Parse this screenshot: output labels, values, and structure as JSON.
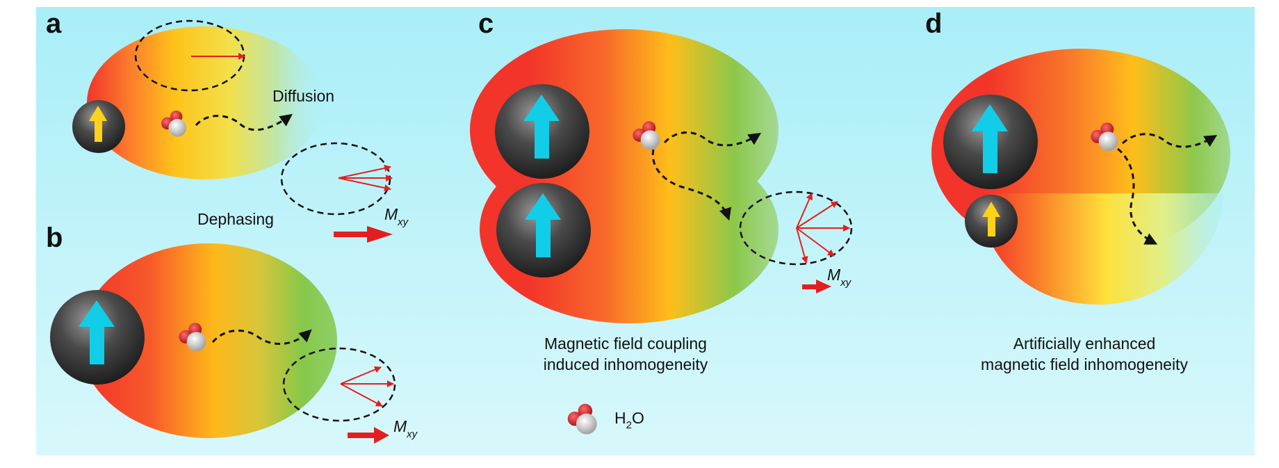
{
  "panels": {
    "a": {
      "label": "a",
      "diffusion": "Diffusion",
      "dephasing": "Dephasing",
      "mxy_main": "M",
      "mxy_sub": "xy"
    },
    "b": {
      "label": "b",
      "mxy_main": "M",
      "mxy_sub": "xy"
    },
    "c": {
      "label": "c",
      "mxy_main": "M",
      "mxy_sub": "xy",
      "caption_line1": "Magnetic field coupling",
      "caption_line2": "induced inhomogeneity"
    },
    "d": {
      "label": "d",
      "caption_line1": "Artificially enhanced",
      "caption_line2": "magnetic field inhomogeneity"
    }
  },
  "legend": {
    "h2o_main": "H",
    "h2o_sub": "2",
    "h2o_tail": "O"
  },
  "colors": {
    "background_top": "#a9eef8",
    "background_bottom": "#d8f8fb",
    "field_red": "#f2342a",
    "field_yellow": "#ffc21a",
    "field_green": "#7fc84a",
    "spin_small_arrow": "#ffd21a",
    "spin_large_arrow": "#12cde8",
    "magnetization_arrow": "#e41e1e",
    "oxygen": "#c8111a",
    "hydrogen": "#e8e8e8"
  },
  "icons": [
    "superparamagnetic-nanoparticle-icon",
    "water-molecule-icon",
    "spin-arrow-icon",
    "dashed-diffusion-arrow-icon",
    "dephasing-vector-icon"
  ]
}
